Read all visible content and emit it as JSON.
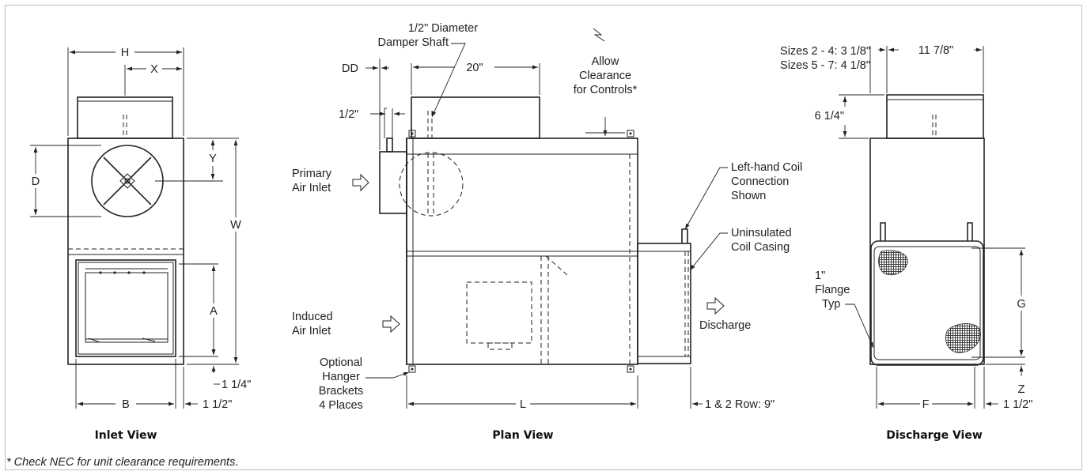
{
  "views": {
    "inlet": {
      "title": "Inlet View",
      "labels": {
        "H": "H",
        "X": "X",
        "Y": "Y",
        "D": "D",
        "W": "W",
        "A": "A",
        "B": "B",
        "one_quarter": "1 1/4\"",
        "one_half": "1 1/2\""
      }
    },
    "plan": {
      "title": "Plan View",
      "labels": {
        "damper_line1": "1/2\" Diameter",
        "damper_line2": "Damper Shaft",
        "dd": "DD",
        "twenty": "20\"",
        "half": "1/2\"",
        "clearance_line1": "Allow",
        "clearance_line2": "Clearance",
        "clearance_line3": "for Controls*",
        "primary_line1": "Primary",
        "primary_line2": "Air Inlet",
        "induced_line1": "Induced",
        "induced_line2": "Air Inlet",
        "hanger_line1": "Optional",
        "hanger_line2": "Hanger",
        "hanger_line3": "Brackets",
        "hanger_line4": "4 Places",
        "L": "L",
        "discharge": "Discharge",
        "coil_conn_line1": "Left-hand Coil",
        "coil_conn_line2": "Connection",
        "coil_conn_line3": "Shown",
        "uninsulated_line1": "Uninsulated",
        "uninsulated_line2": "Coil Casing",
        "row_depth": "1 & 2 Row: 9\""
      }
    },
    "discharge": {
      "title": "Discharge View",
      "labels": {
        "sizes_a": "Sizes 2 - 4: 3 1/8\"",
        "sizes_b": "Sizes 5 - 7: 4 1/8\"",
        "width": "11 7/8\"",
        "height": "6 1/4\"",
        "flange_line1": "1\"",
        "flange_line2": "Flange",
        "flange_line3": "Typ",
        "G": "G",
        "Z": "Z",
        "F": "F",
        "one_half": "1 1/2\""
      }
    }
  },
  "footnote": "* Check NEC for unit clearance requirements."
}
